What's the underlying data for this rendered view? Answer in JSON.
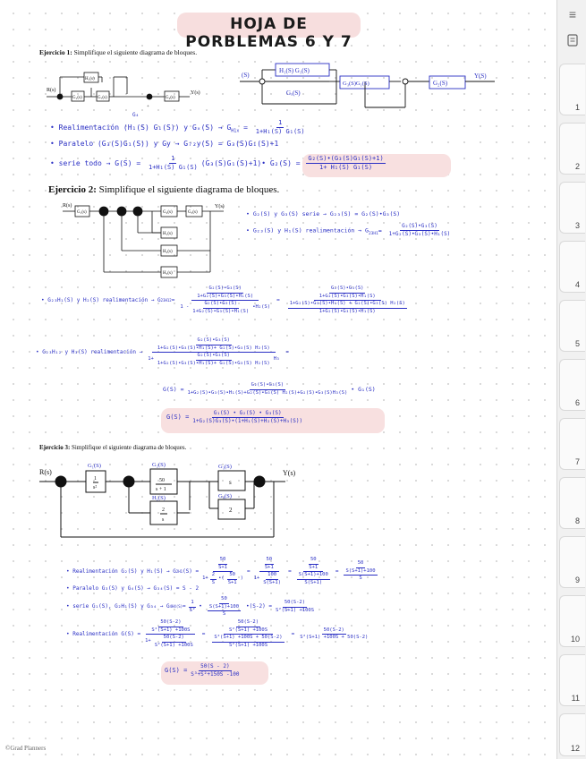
{
  "title": "HOJA DE PORBLEMAS 6 Y 7",
  "footer": "©Grad Planners",
  "sidebar": {
    "menu_icon": "menu-icon",
    "notebook_icon": "notebook-icon",
    "tabs": [
      "1",
      "2",
      "3",
      "4",
      "5",
      "6",
      "7",
      "8",
      "9",
      "10",
      "11",
      "12"
    ]
  },
  "ex1": {
    "heading_bold": "Ejercicio 1:",
    "heading_text": "Simplifique el siguiente diagrama de bloques.",
    "diag_print": {
      "R": "R(s)",
      "Y": "Y(s)",
      "blocks": [
        "H₁(s)",
        "G₁(s)",
        "G₇(s)",
        "G₂(s)",
        "G₃(s)"
      ],
      "sign": "+"
    },
    "diag_hand": {
      "H1G1": "H₁(S) G₁(S)",
      "Gx": "Gₓ(S)",
      "G3G1": "G₃(S)G₁(S)",
      "G2": "G₂(S)",
      "in": "(S)",
      "out": "Y(S)",
      "note": "G₄"
    },
    "l1": {
      "a": "• Realimentación (H₁(S) G₁(S)) y Gₓ(S) → G",
      "sub": "H1x",
      "eq": " =",
      "num": "1",
      "den": "1+H₁(S) G₁(S)"
    },
    "l2": "• Paralelo (G₃(S)G₁(S)) y Gy → G₇₂y(S) = G₃(S)G₁(S)+1",
    "l3": {
      "a": "• serie todo → G(S) =",
      "num1": "1",
      "den1": "1+H₁(S) G₁(S)",
      "b": "(G₃(S)G₁(S)+1)• G₂(S) =",
      "num2": "G₂(S)•(G₃(S)G₁(S)+1)",
      "den2": "1+ H₁(S)  G₁(S)"
    }
  },
  "ex2": {
    "heading_bold": "Ejercicio 2:",
    "heading_text": "Simplifique el siguiente diagrama de bloques.",
    "diag": {
      "R": "R(s)",
      "Y": "Y(s)",
      "blocks": [
        "G₁(s)",
        "G₂(s)",
        "G₃(s)",
        "H₁(s)",
        "H₂(s)",
        "H₃(s)"
      ]
    },
    "r1": "• G₂(S) y G₃(S) serie → G₂₃(S) = G₂(S)•G₃(S)",
    "r2": {
      "a": "• G₂₃(S) y H₁(S) realimentación → G",
      "sub": "23H1",
      "eq": "=",
      "num": "G₂(S)•G₃(S)",
      "den": "1+G₂(S)•G₃(S)•H₁(S)"
    },
    "m1": {
      "a": "• G₂₃H₁(S) y H₂(S) realimentación → G",
      "sub": "23H12",
      "eq": "=",
      "num": "G₂(S)•G₃(S)",
      "numden": "1+G₂(S)•G₃(S)•H₁(S)",
      "den_a": "1 -",
      "den_num": "G₂(S)•G₃(S)",
      "den_den": "1+G₂(S)•G₃(S)•H₁(S)",
      "den_b": "•H₂(S)",
      "eq2": "=",
      "r_num": "G₂(S)•G₃(S)",
      "r_numden": "1+G₂(S)•G₃(S)•H₁(S)",
      "r_den": "1+G₂(S)•G₃(S)•H₁(S) + G₂(S)•G₃(S) H₂(S)",
      "r_denden": "1+G₂(S)•G₃(S)•H₁(S)"
    },
    "m2": {
      "a": "• G₂₃H₁₂ y H₃(S) realimentación →",
      "num": "G₂(S)•G₃(S)",
      "numden": "1+G₂(S)•G₃(S)•H₁(S)+ G₂(S)•G₃(S) H₂(S)",
      "den_a": "1+",
      "den_num": "G₂(S)•G₃(S)",
      "den_den": "1+G₂(S)•G₃(S)•H₁(S)+ G₂(S)•G₃(S) H₂(S)",
      "den_b": "H₃",
      "eq": "="
    },
    "m3": {
      "a": "G(S) =",
      "num": "G₂(S)•G₃(S)",
      "den": "1+G₂(S)•G₃(S)•H₁(S)+G₂(S)•G₃(S) H₂(S)+G₂(S)•G₃(S)H₃(S)",
      "b": "• G₁(S)"
    },
    "m4": {
      "a": "G(S) =",
      "num": "G₁(S) • G₂(S) • G₃(S)",
      "den": "1+G₂(S)G₃(S)•(1+H₁(S)+H₂(S)+H₃(S))"
    }
  },
  "ex3": {
    "heading_bold": "Ejercicio 3:",
    "heading_text": "Simplifique el siguiente diagrama de bloques.",
    "diag": {
      "R": "R(s)",
      "Y": "Y(s)",
      "b1_num": "1",
      "b1_den": "s²",
      "b2_num": "50",
      "b2_den": "s + 1",
      "b3": "s",
      "b4": "2",
      "h_num": "2",
      "h_den": "s",
      "hand": {
        "G1": "G₁(S)",
        "G2": "G₂(S)",
        "G3": "G₃(S)",
        "H1": "H₁(S)",
        "G4": "G₄(S)"
      }
    },
    "n1": {
      "a": "• Realimentación G₂(S) y H₁(S) → G",
      "sub": "2H1",
      "b": "(S) =",
      "f1n": "50",
      "f1d": "S+1",
      "f1d_a": "1+",
      "f1d_b": "2",
      "f1d_c": "S",
      "f1d_d": "•(",
      "f1d_e": "50",
      "f1d_f": "S+1",
      "f1d_g": ")",
      "f2n": "50",
      "f2nd": "S+1",
      "f2d_a": "1+",
      "f2d_n": "100",
      "f2d_d": "S(S+1)",
      "f3n": "50",
      "f3nd": "S+1",
      "f3dn": "S(S+1)+100",
      "f3dd": "S(S+1)",
      "f4n": "50",
      "f4dn": "S(S+1)+100",
      "f4dd": "S"
    },
    "n2": "• Paralelo G₃(S) y G₄(S) → G₃₄(S) = S - 2",
    "n3": {
      "a": "• serie G₁(S), G₂H₁(S) y G₃₄ → G",
      "sub": "4H4(S)",
      "b": "=",
      "f1n": "1",
      "f1d": "S²",
      "f2n": "50",
      "f2dn": "S(S+1)+100",
      "f2dd": "S",
      "c": "•(S-2) =",
      "f3n": "50(S-2)",
      "f3d": "S²(S+1) +100S"
    },
    "n4": {
      "a": "• Realimentación G(S) =",
      "n": "50(S-2)",
      "nd": "S²(S+1) +100S",
      "d_a": "1+",
      "d_n": "50(S-2)",
      "d_d": "S²(S+1) +100S",
      "eq": "=",
      "r_n": "50(S-2)",
      "r_nd": "S²(S+1) +100S",
      "r_dn": "S²(S+1) +100S + 50(S-2)",
      "r_dd": "S²(S+1) +100S",
      "eq2": "=",
      "f_n": "50(S-2)",
      "f_d": "S²(S+1) +100S + 50(S-2)"
    },
    "n5": {
      "a": "G(S) =",
      "num": "50(S - 2)",
      "den": "S³+S²+150S -100"
    }
  }
}
